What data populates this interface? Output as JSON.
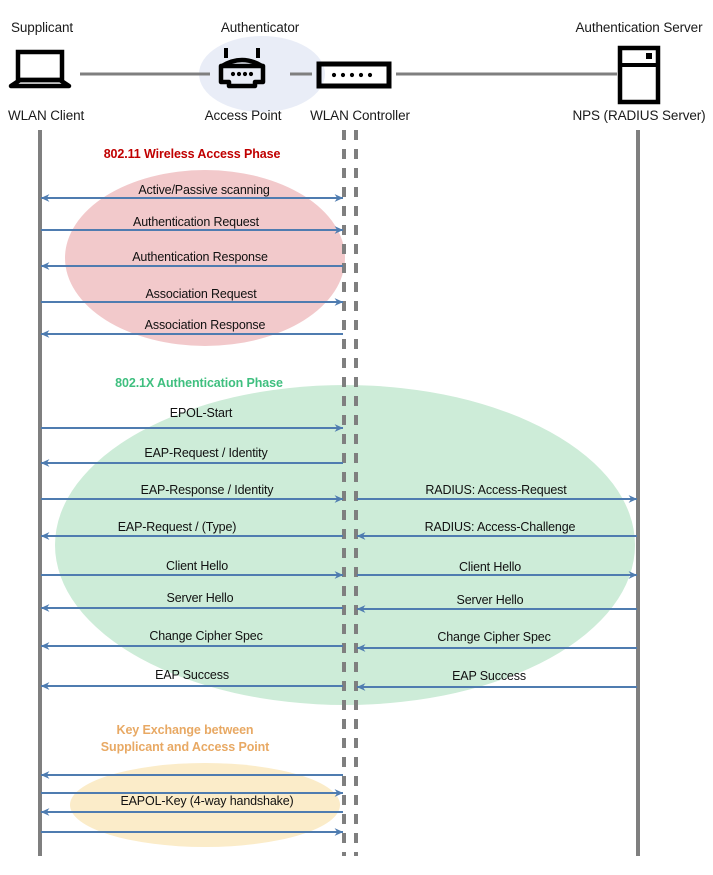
{
  "diagram": {
    "title_role_left": "Supplicant",
    "title_role_mid": "Authenticator",
    "title_role_right": "Authentication Server",
    "device_left": "WLAN Client",
    "device_mid_a": "Access Point",
    "device_mid_b": "WLAN Controller",
    "device_right": "NPS (RADIUS Server)",
    "icons": {
      "left": "laptop-icon",
      "mid_a": "wireless-access-point-icon",
      "mid_b": "wlan-controller-icon",
      "right": "server-tower-icon"
    }
  },
  "colors": {
    "arrow": "#4f7cb0",
    "lifeline": "#7f7f7f",
    "phase1_title": "#c00000",
    "phase1_fill": "#f2c9cb",
    "phase2_title": "#3fbf7f",
    "phase2_fill": "#cdecd8",
    "phase3_title": "#e8a964",
    "phase3_fill": "#fbecc9",
    "authenticator_fill": "#e9edf7"
  },
  "phases": [
    {
      "name": "phase-802-11-wireless-access",
      "title": "802.11 Wireless Access Phase",
      "title_lines": [
        "802.11 Wireless Access Phase"
      ],
      "messages": [
        {
          "label": "Active/Passive scanning",
          "side": "left",
          "dir": "both"
        },
        {
          "label": "Authentication Request",
          "side": "left",
          "dir": "right"
        },
        {
          "label": "Authentication Response",
          "side": "left",
          "dir": "left"
        },
        {
          "label": "Association Request",
          "side": "left",
          "dir": "right"
        },
        {
          "label": "Association Response",
          "side": "left",
          "dir": "left"
        }
      ]
    },
    {
      "name": "phase-802-1x-authentication",
      "title": "802.1X Authentication Phase",
      "title_lines": [
        "802.1X Authentication Phase"
      ],
      "messages": [
        {
          "label": "EPOL-Start",
          "side": "left",
          "dir": "right"
        },
        {
          "label": "EAP-Request / Identity",
          "side": "left",
          "dir": "left"
        },
        {
          "label": "EAP-Response / Identity",
          "side": "left",
          "dir": "right"
        },
        {
          "label": "RADIUS: Access-Request",
          "side": "right",
          "dir": "right"
        },
        {
          "label": "EAP-Request / (Type)",
          "side": "left",
          "dir": "left"
        },
        {
          "label": "RADIUS: Access-Challenge",
          "side": "right",
          "dir": "left"
        },
        {
          "label": "Client Hello",
          "side": "left",
          "dir": "right"
        },
        {
          "label": "Client Hello",
          "side": "right",
          "dir": "right"
        },
        {
          "label": "Server Hello",
          "side": "left",
          "dir": "left"
        },
        {
          "label": "Server Hello",
          "side": "right",
          "dir": "left"
        },
        {
          "label": "Change Cipher Spec",
          "side": "left",
          "dir": "left"
        },
        {
          "label": "Change Cipher Spec",
          "side": "right",
          "dir": "left"
        },
        {
          "label": "EAP Success",
          "side": "left",
          "dir": "left"
        },
        {
          "label": "EAP Success",
          "side": "right",
          "dir": "left"
        }
      ]
    },
    {
      "name": "phase-key-exchange",
      "title": "Key Exchange between Supplicant and Access Point",
      "title_lines": [
        "Key Exchange between",
        "Supplicant and Access Point"
      ],
      "messages": [
        {
          "label": "",
          "side": "left",
          "dir": "left"
        },
        {
          "label": "",
          "side": "left",
          "dir": "right"
        },
        {
          "label": "EAPOL-Key (4-way handshake)",
          "side": "left",
          "dir": "left"
        },
        {
          "label": "",
          "side": "left",
          "dir": "right"
        }
      ]
    }
  ],
  "labels": {
    "p1_m0": "Active/Passive scanning",
    "p1_m1": "Authentication Request",
    "p1_m2": "Authentication Response",
    "p1_m3": "Association Request",
    "p1_m4": "Association Response",
    "p2_m0": "EPOL-Start",
    "p2_m1": "EAP-Request / Identity",
    "p2_m2": "EAP-Response / Identity",
    "p2_m2r": "RADIUS: Access-Request",
    "p2_m3": "EAP-Request / (Type)",
    "p2_m3r": "RADIUS: Access-Challenge",
    "p2_m4": "Client Hello",
    "p2_m4r": "Client Hello",
    "p2_m5": "Server Hello",
    "p2_m5r": "Server Hello",
    "p2_m6": "Change Cipher Spec",
    "p2_m6r": "Change Cipher Spec",
    "p2_m7": "EAP Success",
    "p2_m7r": "EAP Success",
    "p3_m2": "EAPOL-Key (4-way handshake)",
    "p1_title": "802.11 Wireless Access Phase",
    "p2_title": "802.1X Authentication Phase",
    "p3_title_l1": "Key Exchange between",
    "p3_title_l2": "Supplicant and Access Point"
  }
}
